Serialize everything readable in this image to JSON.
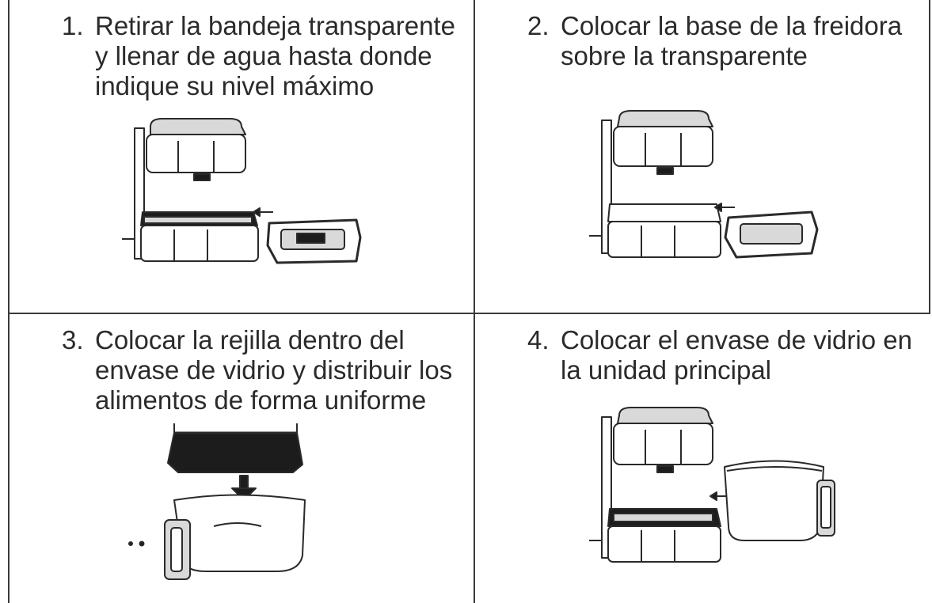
{
  "steps": [
    {
      "number": "1.",
      "text": "Retirar la bandeja transparente\ny llenar de agua hasta donde\nindique su nivel máximo"
    },
    {
      "number": "2.",
      "text": "Colocar la base de la freidora\nsobre la transparente"
    },
    {
      "number": "3.",
      "text": "Colocar la rejilla dentro del\nenvase de vidrio y distribuir los\nalimentos de forma uniforme"
    },
    {
      "number": "4.",
      "text": "Colocar el envase de vidrio en\nla unidad principal"
    }
  ],
  "icons": {
    "step1": "air-fryer-tray-removal-icon",
    "step2": "air-fryer-base-placement-icon",
    "step3": "rack-into-glass-bowl-icon",
    "step4": "glass-bowl-insertion-icon"
  }
}
